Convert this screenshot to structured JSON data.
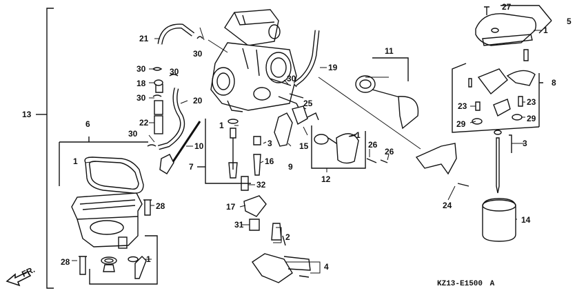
{
  "callouts": {
    "c1a": "1",
    "c1b": "1",
    "c1c": "1",
    "c1d": "1",
    "c1e": "1",
    "c2": "2",
    "c3a": "3",
    "c3b": "3",
    "c4": "4",
    "c5": "5",
    "c6": "6",
    "c7": "7",
    "c8": "8",
    "c9": "9",
    "c10": "10",
    "c11": "11",
    "c12": "12",
    "c13": "13",
    "c14": "14",
    "c15": "15",
    "c16": "16",
    "c17": "17",
    "c18": "18",
    "c19": "19",
    "c20": "20",
    "c21": "21",
    "c22": "22",
    "c23a": "23",
    "c23b": "23",
    "c24": "24",
    "c25": "25",
    "c26a": "26",
    "c26b": "26",
    "c27": "27",
    "c28a": "28",
    "c28b": "28",
    "c29a": "29",
    "c29b": "29",
    "c30a": "30",
    "c30b": "30",
    "c30c": "30",
    "c30d": "30",
    "c30e": "30",
    "c30f": "30",
    "c31": "31",
    "c32": "32"
  },
  "front_indicator": "FR.",
  "diagram_code": "KZ13-E1500",
  "diagram_code_suffix": "A"
}
